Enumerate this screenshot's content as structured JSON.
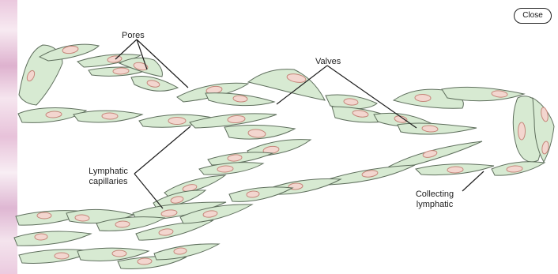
{
  "close_button": {
    "label": "Close"
  },
  "diagram": {
    "labels": {
      "pores": "Pores",
      "valves": "Valves",
      "lymphatic_capillaries": [
        "Lymphatic",
        "capillaries"
      ],
      "collecting_lymphatic": [
        "Collecting",
        "lymphatic"
      ]
    }
  }
}
